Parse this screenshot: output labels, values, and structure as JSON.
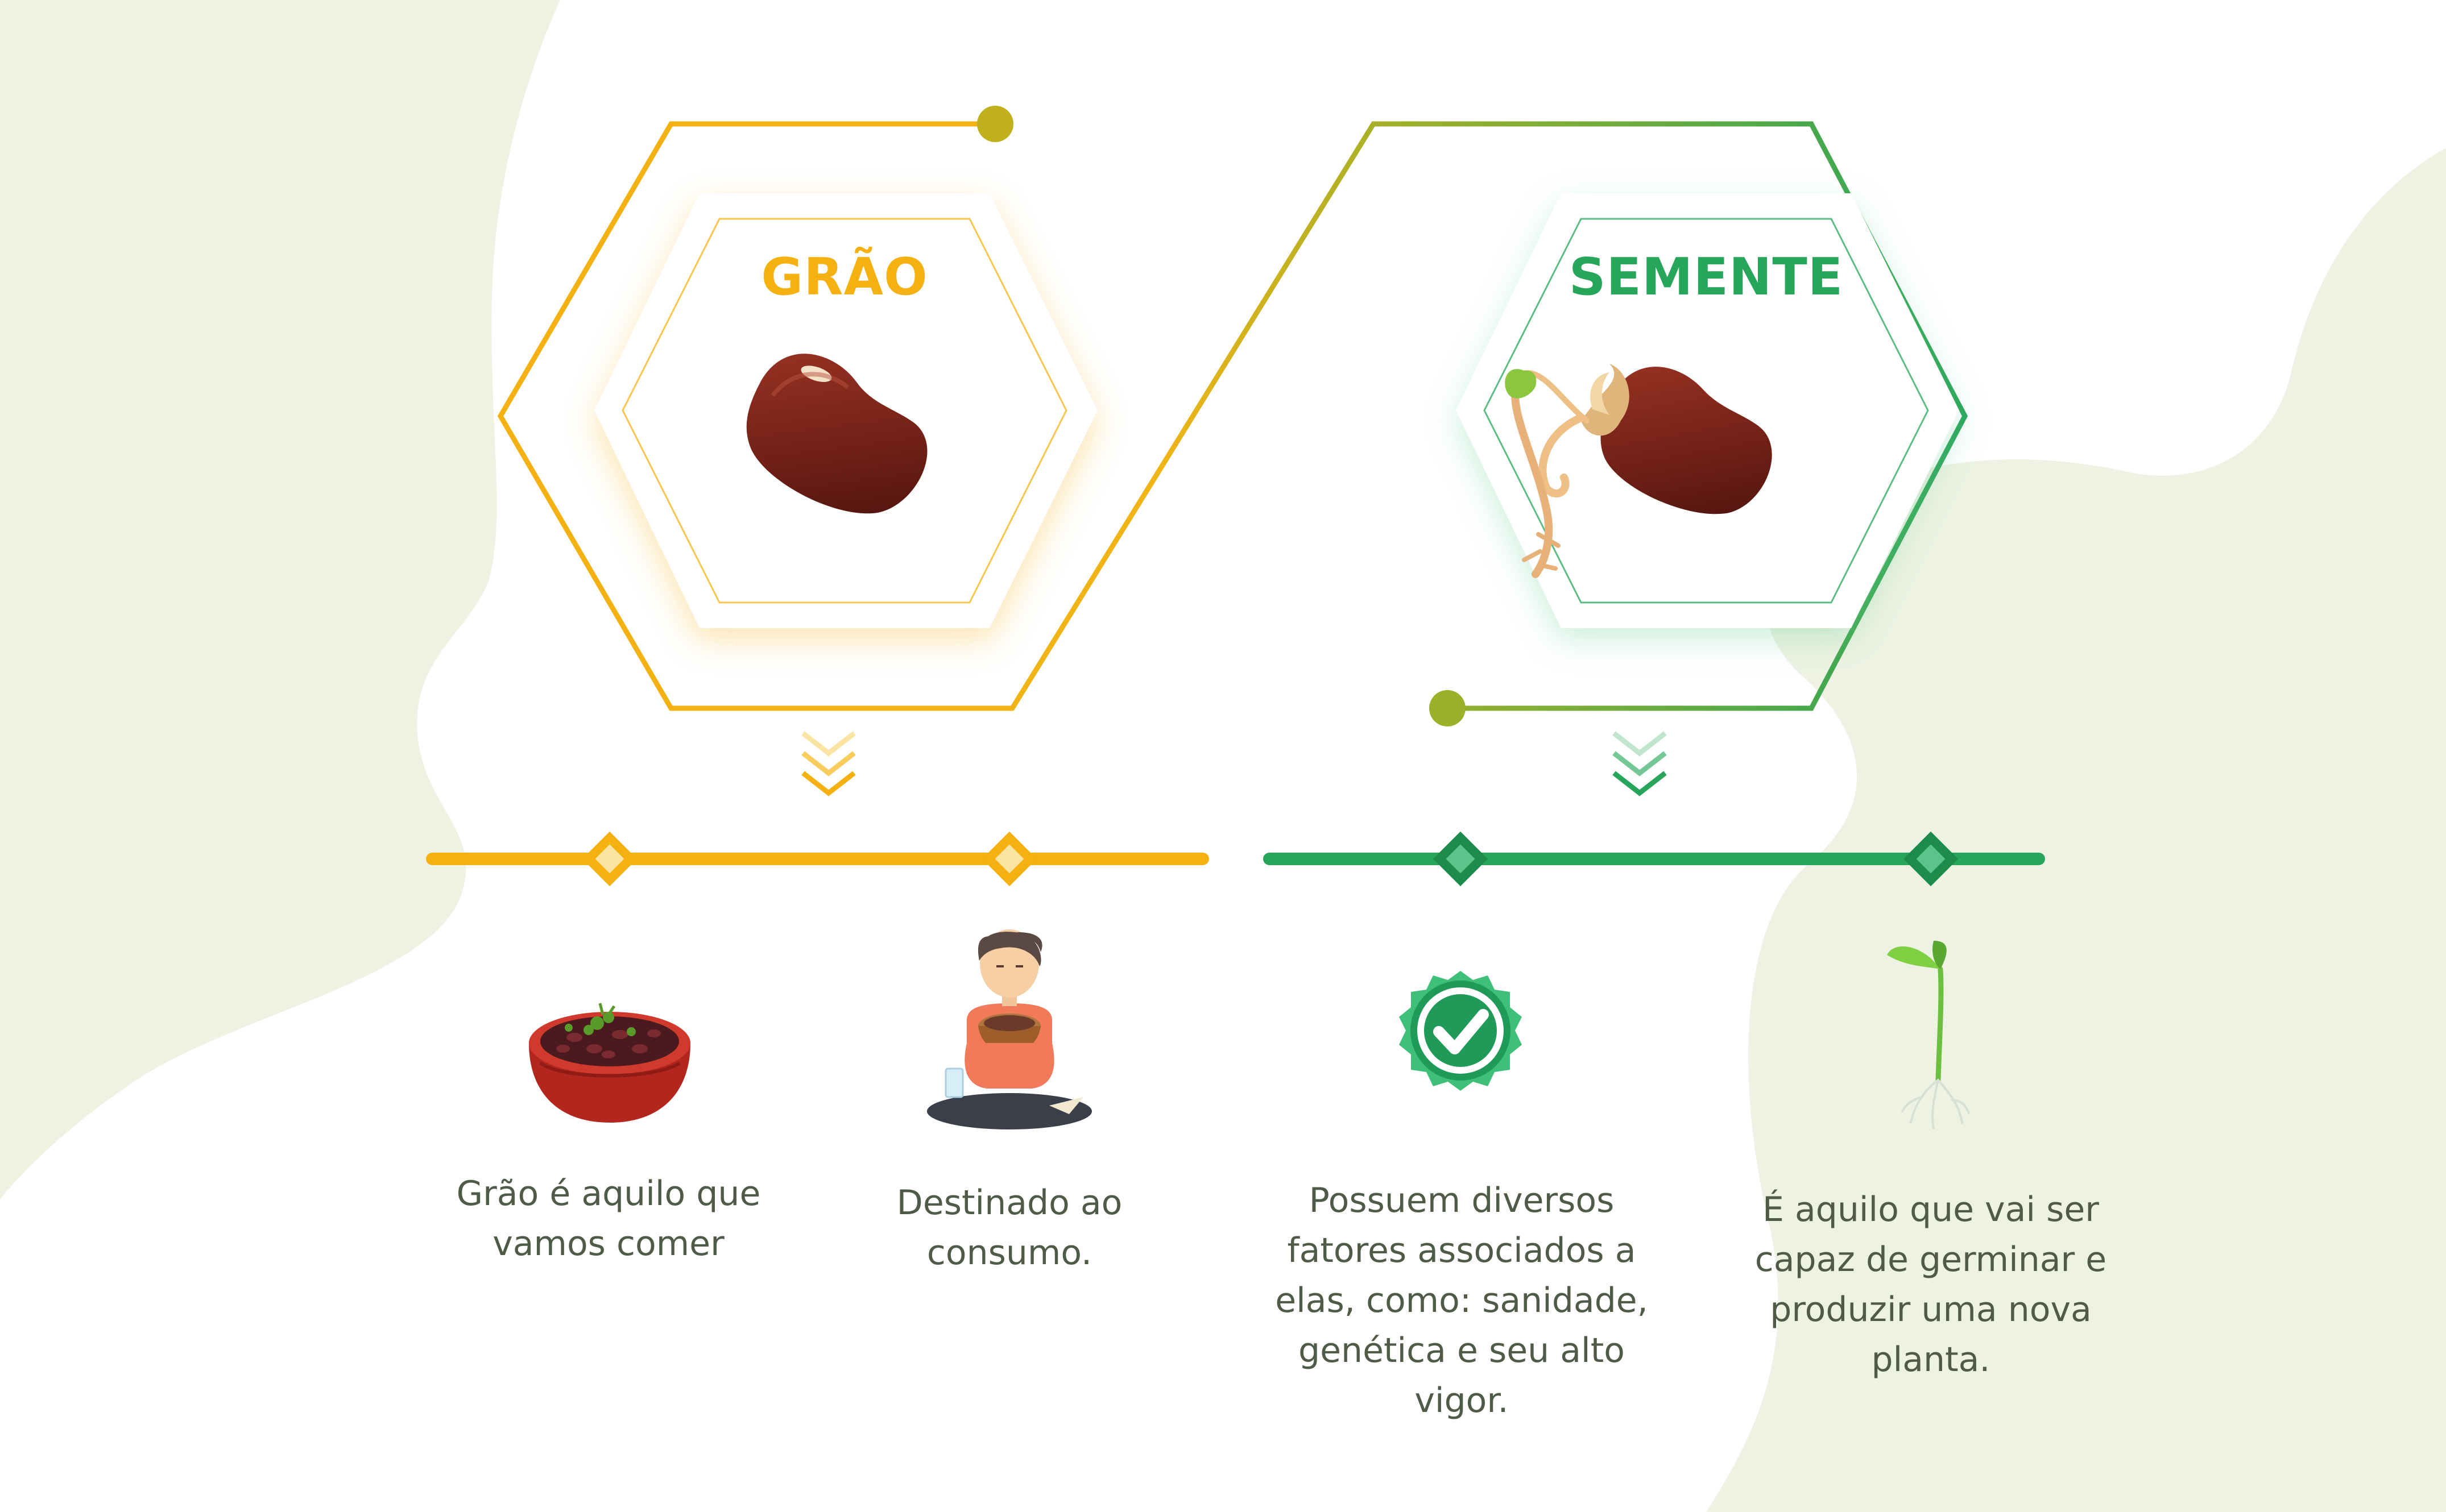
{
  "colors": {
    "background_blob": "#eef2e3",
    "grain": "#f5b111",
    "seed": "#27a55a",
    "text": "#4f5b46",
    "bean": "#6e1f16"
  },
  "grain": {
    "title": "GRÃO",
    "icon": "kidney-bean-icon",
    "items": [
      {
        "icon": "bean-bowl-icon",
        "text": "Grão é aquilo que vamos comer"
      },
      {
        "icon": "person-eating-icon",
        "text": "Destinado ao consumo."
      }
    ]
  },
  "seed": {
    "title": "SEMENTE",
    "icon": "sprouting-bean-icon",
    "items": [
      {
        "icon": "quality-check-badge-icon",
        "text": "Possuem diversos fatores associados a elas, como: sanidade, genética e seu alto vigor."
      },
      {
        "icon": "seedling-icon",
        "text": "É aquilo que vai ser capaz de germinar e produzir uma nova planta."
      }
    ]
  }
}
